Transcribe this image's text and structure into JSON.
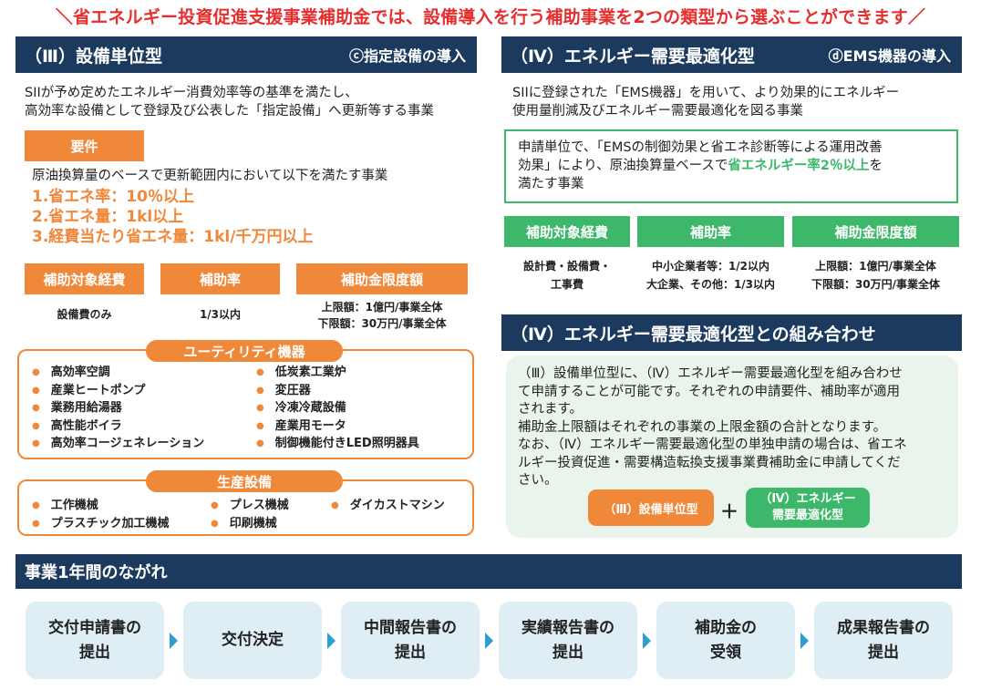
{
  "header_text": "＼省エネルギー投資促進支援事業補助金では、設備導入を行う補助事業を2つの類型から選ぶことができます／",
  "left": {
    "title": "（Ⅲ）設備単位型",
    "subtitle": "ⓒ指定設備の導入",
    "desc": [
      "SIIが予め定めたエネルギー消費効率等の基準を満たし、",
      "高効率な設備として登録及び公表した「指定設備」へ更新等する事業"
    ],
    "req_tag": "要件",
    "req_intro": "原油換算量のベースで更新範囲内において以下を満たす事業",
    "req_items": [
      "1.省エネ率：10％以上",
      "2.省エネ量：1kl以上",
      "3.経費当たり省エネ量：1kl/千万円以上"
    ],
    "tags": [
      "補助対象経費",
      "補助率",
      "補助金限度額"
    ],
    "costs": "設備費のみ",
    "rate": "1/3以内",
    "limit": [
      "上限額：1億円/事業全体",
      "下限額：30万円/事業全体"
    ],
    "utility_title": "ユーティリティ機器",
    "utility_col1": [
      "高効率空調",
      "産業ヒートポンプ",
      "業務用給湯器",
      "高性能ボイラ",
      "高効率コージェネレーション"
    ],
    "utility_col2": [
      "低炭素工業炉",
      "変圧器",
      "冷凍冷蔵設備",
      "産業用モータ",
      "制御機能付きLED照明器具"
    ],
    "production_title": "生産設備",
    "production_col1": [
      "工作機械",
      "プラスチック加工機械"
    ],
    "production_col2": [
      "プレス機械",
      "印刷機械"
    ],
    "production_col3": [
      "ダイカストマシン"
    ]
  },
  "right": {
    "title": "（Ⅳ）エネルギー需要最適化型",
    "subtitle": "ⓓEMS機器の導入",
    "desc": [
      "SIIに登録された「EMS機器」を用いて、より効果的にエネルギー",
      "使用量削減及びエネルギー需要最適化を図る事業"
    ],
    "box_line1": "申請単位で、「EMSの制御効果と省エネ診断等による運用改善",
    "box_line2a": "効果」により、原油換算量ベースで",
    "box_line2b": "省エネルギー率2％以上",
    "box_line2c": "を",
    "box_line3": "満たす事業",
    "tags": [
      "補助対象経費",
      "補助率",
      "補助金限度額"
    ],
    "costs": [
      "設計費・設備費・",
      "工事費"
    ],
    "rate": [
      "中小企業者等：1/2以内",
      "大企業、その他：1/3以内"
    ],
    "limit": [
      "上限額：1億円/事業全体",
      "下限額：30万円/事業全体"
    ],
    "combo_title": "（Ⅳ）エネルギー需要最適化型との組み合わせ",
    "combo_text": [
      "（Ⅲ）設備単位型に、（Ⅳ）エネルギー需要最適化型を組み合わせ",
      "て申請することが可能です。それぞれの申請要件、補助率が適用",
      "されます。",
      "補助金上限額はそれぞれの事業の上限金額の合計となります。",
      "なお、（Ⅳ）エネルギー需要最適化型の単独申請の場合は、省エネ",
      "ルギー投資促進・需要構造転換支援事業費補助金に申請してくだ",
      "さい。"
    ],
    "combo_btn1": "（Ⅲ）設備単位型",
    "combo_plus": "＋",
    "combo_btn2": [
      "（Ⅳ）エネルギー",
      "需要最適化型"
    ]
  },
  "flow": {
    "title": "事業1年間のながれ",
    "steps": [
      [
        "交付申請書の",
        "提出"
      ],
      [
        "交付決定"
      ],
      [
        "中間報告書の",
        "提出"
      ],
      [
        "実績報告書の",
        "提出"
      ],
      [
        "補助金の",
        "受領"
      ],
      [
        "成果報告書の",
        "提出"
      ]
    ]
  },
  "colors": {
    "navy": "#1b3a5e",
    "orange": "#f0883a",
    "green": "#3db86a",
    "red": "#e62e2e"
  }
}
